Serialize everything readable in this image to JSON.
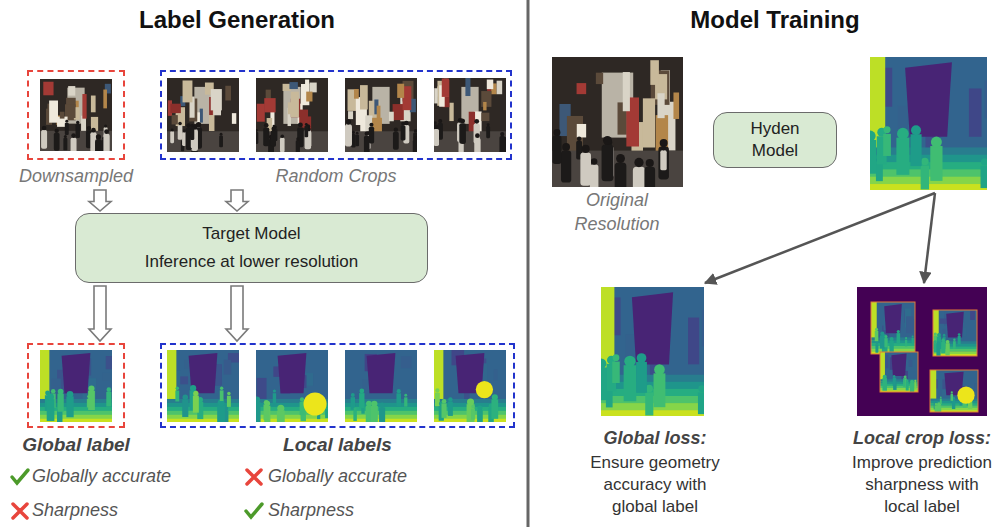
{
  "diagram": {
    "nodes": [
      {
        "text": [
          "Downsampled"
        ]
      },
      {
        "text": [
          "Random Crops"
        ]
      },
      {
        "text": [
          "Target Model",
          "Inference at lower resolution"
        ]
      },
      {
        "text": [
          "Global label"
        ]
      },
      {
        "text": [
          "Local labels"
        ]
      },
      {
        "text": [
          "Hyden Model"
        ]
      }
    ],
    "edges": [
      {
        "from": 0,
        "to": 2,
        "arrow": "to"
      },
      {
        "from": 1,
        "to": 2,
        "arrow": "to"
      },
      {
        "from": 2,
        "to": 3,
        "arrow": "to"
      },
      {
        "from": 2,
        "to": 4,
        "arrow": "to"
      }
    ],
    "labels": [
      "Label Generation",
      "Model Training",
      "Globally accurate",
      "Sharpness",
      "Globally accurate",
      "Sharpness",
      "Original Resolution",
      "Global loss:",
      "Ensure geometry accuracy with global label",
      "Local crop loss:",
      "Improve prediction sharpness with local label"
    ]
  }
}
